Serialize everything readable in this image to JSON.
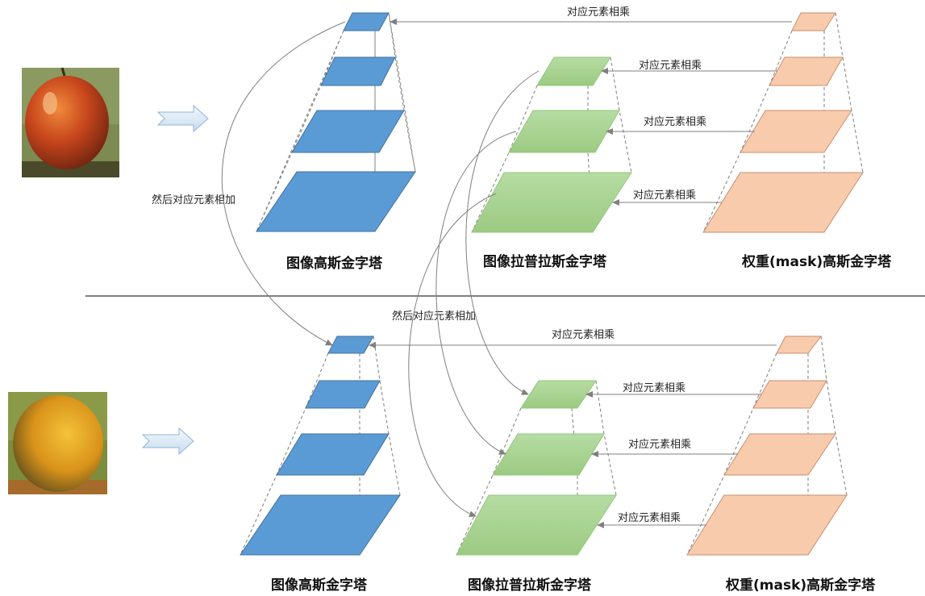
{
  "multiply_label": "对应元素相乘",
  "add_label": "然后对应元素相加",
  "pyramid_titles": {
    "gaussian": "图像高斯金字塔",
    "laplacian": "图像拉普拉斯金字塔",
    "mask": "权重(mask)高斯金字塔"
  },
  "images": {
    "top": "apple",
    "bottom": "orange"
  },
  "colors": {
    "gaussian": "#5b9bd5",
    "laplacian": "#a9d18e",
    "mask": "#f8cbad",
    "arrow": "#7f7f7f",
    "divider": "#000000"
  }
}
